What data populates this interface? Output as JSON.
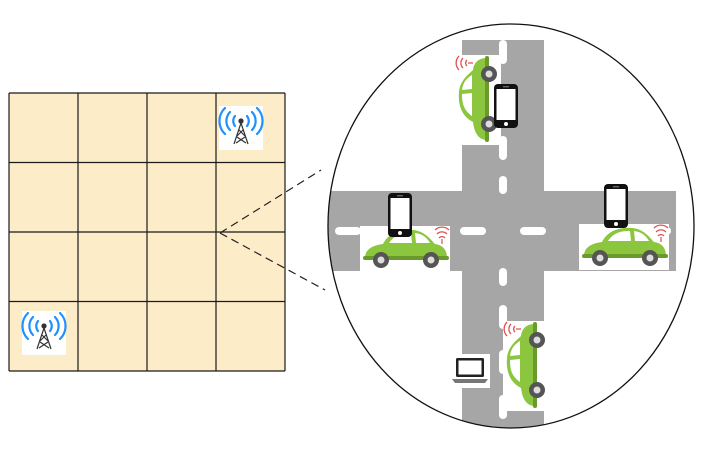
{
  "grid": {
    "rows": 4,
    "cols": 4,
    "cell_fill": "#fdecc8",
    "line_color": "#1a1a1a",
    "towers": [
      {
        "row": 0,
        "col": 3,
        "icon": "cell-tower-icon"
      },
      {
        "row": 3,
        "col": 0,
        "icon": "cell-tower-icon"
      }
    ]
  },
  "zoom": {
    "connector_style": "dashed",
    "road_color": "#a6a6a6",
    "lane_mark_color": "#ffffff",
    "car_color": "#8cc63f",
    "car_dark": "#6b9a2c",
    "wheel_color": "#555555",
    "signal_color": "#e05050",
    "vehicles": [
      {
        "name": "car-north",
        "icon": "car-icon",
        "orientation": "vertical"
      },
      {
        "name": "car-west",
        "icon": "car-icon",
        "orientation": "horizontal"
      },
      {
        "name": "car-east",
        "icon": "car-icon",
        "orientation": "horizontal"
      },
      {
        "name": "car-south",
        "icon": "car-icon",
        "orientation": "vertical"
      }
    ],
    "devices": [
      {
        "name": "phone-north",
        "icon": "smartphone-icon"
      },
      {
        "name": "phone-west",
        "icon": "smartphone-icon"
      },
      {
        "name": "phone-east",
        "icon": "smartphone-icon"
      },
      {
        "name": "laptop-south",
        "icon": "laptop-icon"
      }
    ]
  }
}
